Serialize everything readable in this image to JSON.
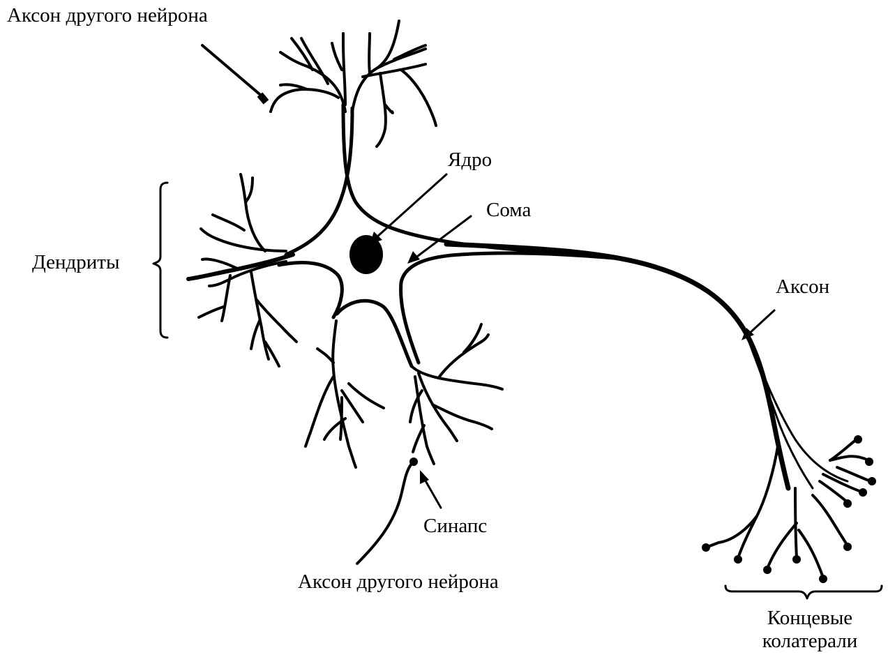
{
  "labels": {
    "axon_other_top": "Аксон другого нейрона",
    "nucleus": "Ядро",
    "soma": "Сома",
    "dendrites": "Дендриты",
    "axon": "Аксон",
    "synapse": "Синапс",
    "axon_other_bottom": "Аксон другого нейрона",
    "terminal_line1": "Концевые",
    "terminal_line2": "колатерали"
  },
  "colors": {
    "ink": "#000000",
    "background": "#ffffff"
  }
}
